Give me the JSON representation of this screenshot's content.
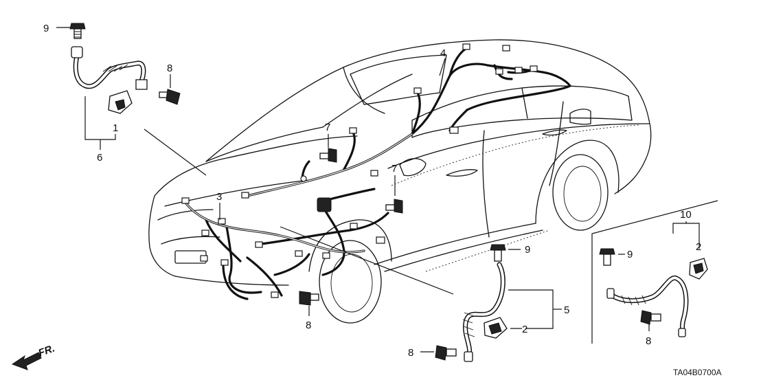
{
  "drawing_code": "TA04B0700A",
  "direction_arrow": {
    "label": "FR.",
    "icon": "front-direction-arrow-icon"
  },
  "callouts": {
    "c1": "1",
    "c2_bracket": "2",
    "c2_right": "2",
    "c3": "3",
    "c4": "4",
    "c5": "5",
    "c6": "6",
    "c7_upper": "7",
    "c7_lower": "7",
    "c8_top_left": "8",
    "c8_front": "8",
    "c8_bottom": "8",
    "c8_right": "8",
    "c9_top_left": "9",
    "c9_middle": "9",
    "c9_right": "9",
    "c10": "10"
  },
  "colors": {
    "line": "#111111",
    "background": "#ffffff"
  }
}
